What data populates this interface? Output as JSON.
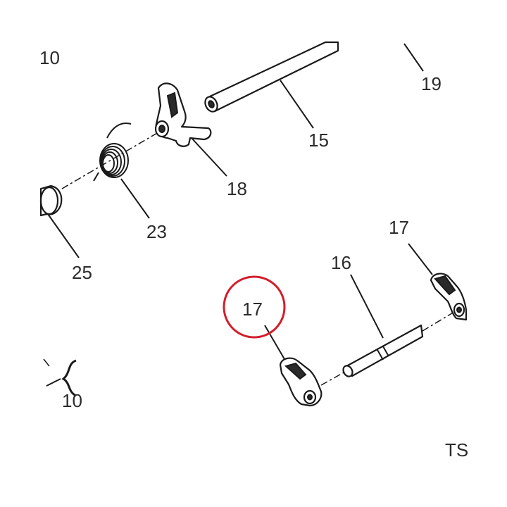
{
  "callouts": {
    "c10_top": "10",
    "c19": "19",
    "c15": "15",
    "c18": "18",
    "c23": "23",
    "c25": "25",
    "c17_right": "17",
    "c16": "16",
    "c17_circled": "17",
    "c10_bottom": "10",
    "page_code": "TS"
  },
  "colors": {
    "highlight_ring": "#d21e2b",
    "line_art": "#1a1a1a"
  }
}
